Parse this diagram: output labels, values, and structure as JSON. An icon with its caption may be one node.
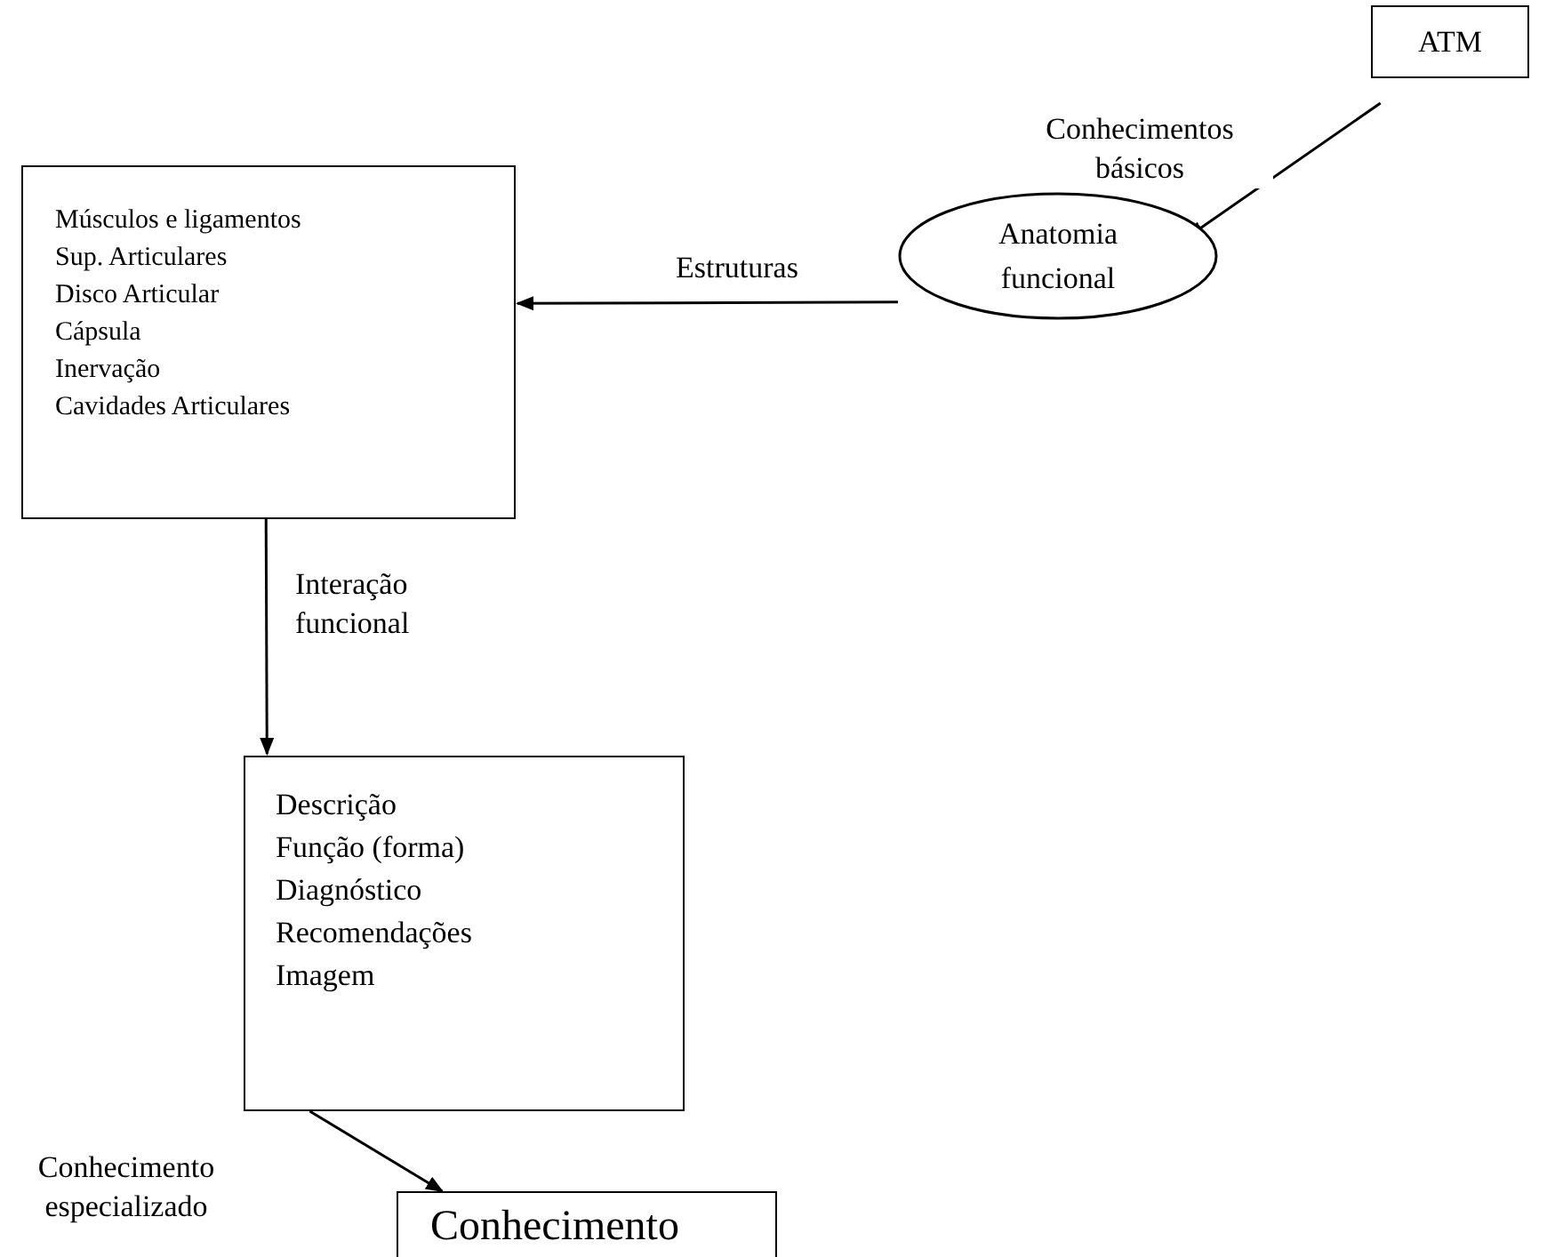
{
  "diagram": {
    "nodes": [
      {
        "text": [
          "ATM"
        ]
      },
      {
        "text": [
          "Anatomia funcional"
        ]
      },
      {
        "text": [
          "Músculos e ligamentos",
          "Sup. Articulares",
          "Disco Articular",
          "Cápsula",
          "Inervação",
          "Cavidades Articulares"
        ]
      },
      {
        "text": [
          "Descrição",
          "Função (forma)",
          "Diagnóstico",
          "Recomendações",
          "Imagem"
        ]
      },
      {
        "text": [
          "Conhecimento"
        ]
      }
    ],
    "edges": [
      {
        "from": 0,
        "to": 1,
        "arrow": "to",
        "label": "Conhecimentos básicos"
      },
      {
        "from": 1,
        "to": 2,
        "arrow": "to",
        "label": "Estruturas"
      },
      {
        "from": 2,
        "to": 3,
        "arrow": "to",
        "label": "Interação funcional"
      },
      {
        "from": 3,
        "to": 4,
        "arrow": "to",
        "label": "Conhecimento especializado"
      }
    ]
  }
}
